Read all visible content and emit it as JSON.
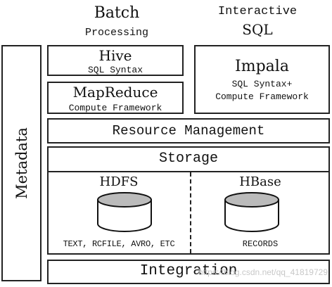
{
  "headers": {
    "batch_title": "Batch",
    "batch_subtitle": "Processing",
    "interactive_title": "Interactive",
    "interactive_subtitle": "SQL"
  },
  "metadata": {
    "label": "Metadata"
  },
  "hive": {
    "title": "Hive",
    "subtitle": "SQL Syntax"
  },
  "mapreduce": {
    "title": "MapReduce",
    "subtitle": "Compute Framework"
  },
  "impala": {
    "title": "Impala",
    "line1": "SQL Syntax+",
    "line2": "Compute Framework"
  },
  "resource": {
    "title": "Resource Management"
  },
  "storage": {
    "title": "Storage",
    "hdfs": {
      "title": "HDFS",
      "formats": "TEXT, RCFILE, AVRO, ETC"
    },
    "hbase": {
      "title": "HBase",
      "formats": "RECORDS"
    }
  },
  "integration": {
    "title": "Integration"
  },
  "watermark": "https://blog.csdn.net/qq_41819729"
}
